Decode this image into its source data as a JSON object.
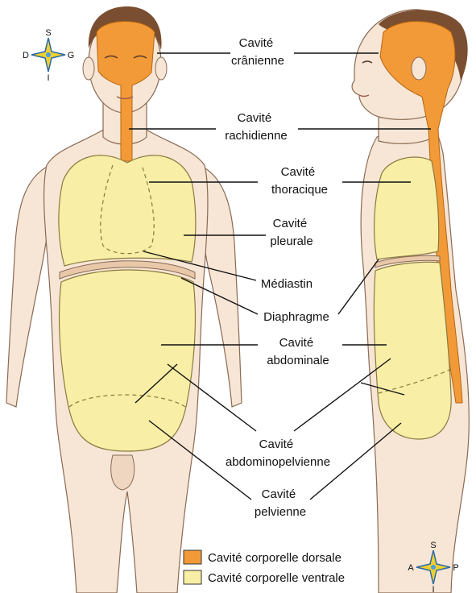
{
  "labels": {
    "cranial": [
      "Cavité",
      "crânienne"
    ],
    "spinal": [
      "Cavité",
      "rachidienne"
    ],
    "thoracic": [
      "Cavité",
      "thoracique"
    ],
    "pleural": [
      "Cavité",
      "pleurale"
    ],
    "mediastinum": [
      "Médiastin"
    ],
    "diaphragm": [
      "Diaphragme"
    ],
    "abdominal": [
      "Cavité",
      "abdominale"
    ],
    "abdominopelvic": [
      "Cavité",
      "abdominopelvienne"
    ],
    "pelvic": [
      "Cavité",
      "pelvienne"
    ]
  },
  "compass_front": {
    "top": "S",
    "bottom": "I",
    "left": "D",
    "right": "G"
  },
  "compass_side": {
    "top": "S",
    "bottom": "I",
    "left": "A",
    "right": "P"
  },
  "legend": [
    {
      "label": "Cavité corporelle dorsale",
      "color": "#f39a38"
    },
    {
      "label": "Cavité corporelle ventrale",
      "color": "#f8eea6"
    }
  ],
  "colors": {
    "skin": "#f7e6d5",
    "skin_outline": "#8a6a55",
    "hair": "#7a4e30",
    "dorsal": "#f39a38",
    "ventral": "#f8eea6"
  }
}
